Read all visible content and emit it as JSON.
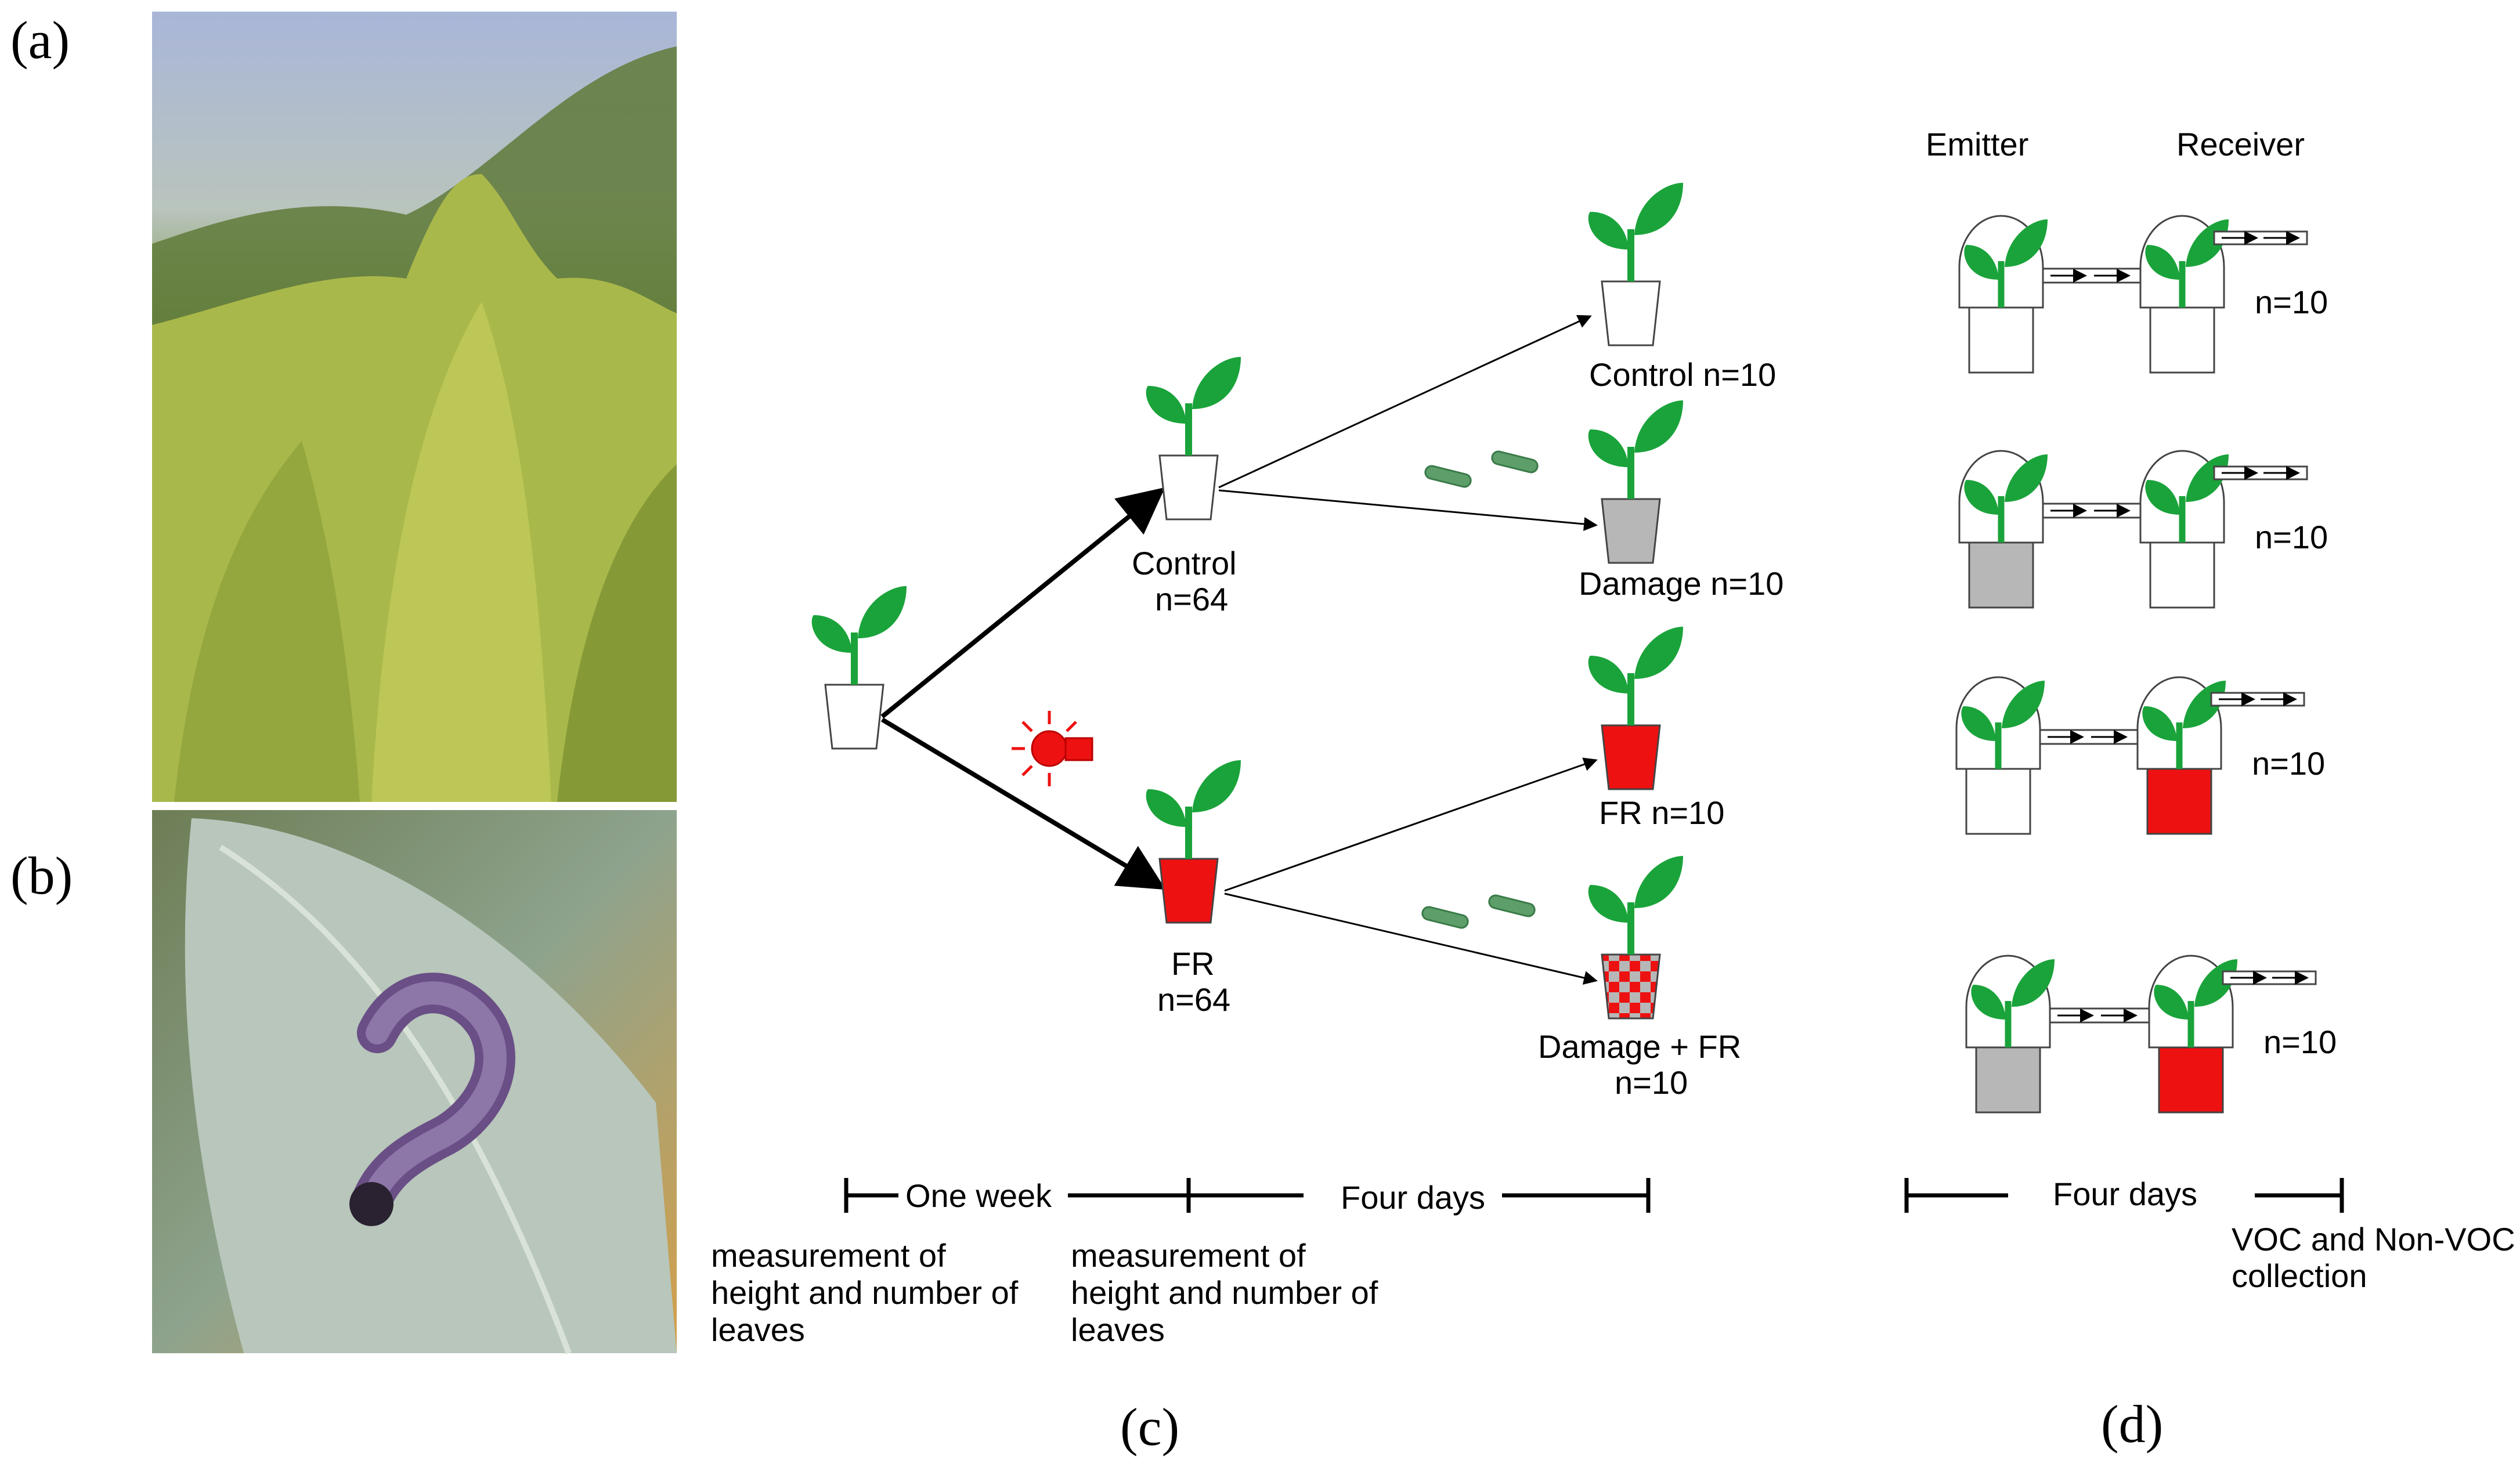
{
  "panels": {
    "a": "(a)",
    "b": "(b)",
    "c": "(c)",
    "d": "(d)"
  },
  "photos": {
    "a": "goldenrod-field-photo",
    "b": "caterpillar-on-leaf-photo"
  },
  "colors": {
    "leaf": "#1aa33a",
    "stem": "#1aa33a",
    "pot_control": "#ffffff",
    "pot_damage": "#b7b7b7",
    "pot_fr": "#ee1111",
    "caterpillar": "#5e9e6a",
    "lamp": "#ee1111",
    "outline": "#444444"
  },
  "diagram_c": {
    "control_label": "Control",
    "control_n": "n=64",
    "fr_label": "FR",
    "fr_n": "n=64",
    "outcomes": {
      "control": "Control n=10",
      "damage": "Damage n=10",
      "fr": "FR n=10",
      "damage_fr_line1": "Damage + FR",
      "damage_fr_line2": "n=10"
    },
    "timeline": {
      "one_week": "One week",
      "four_days": "Four days"
    },
    "measure_1": [
      "measurement of",
      "height and number of",
      "leaves"
    ],
    "measure_2": [
      "measurement of",
      "height and number of",
      "leaves"
    ]
  },
  "diagram_d": {
    "emitter": "Emitter",
    "receiver": "Receiver",
    "rows": [
      {
        "emitter_pot": "control",
        "receiver_pot": "control",
        "n": "n=10"
      },
      {
        "emitter_pot": "damage",
        "receiver_pot": "control",
        "n": "n=10"
      },
      {
        "emitter_pot": "control",
        "receiver_pot": "fr",
        "n": "n=10"
      },
      {
        "emitter_pot": "damage",
        "receiver_pot": "fr",
        "n": "n=10"
      }
    ],
    "four_days": "Four days",
    "collection_line1": "VOC and Non-VOC",
    "collection_line2": "collection"
  }
}
